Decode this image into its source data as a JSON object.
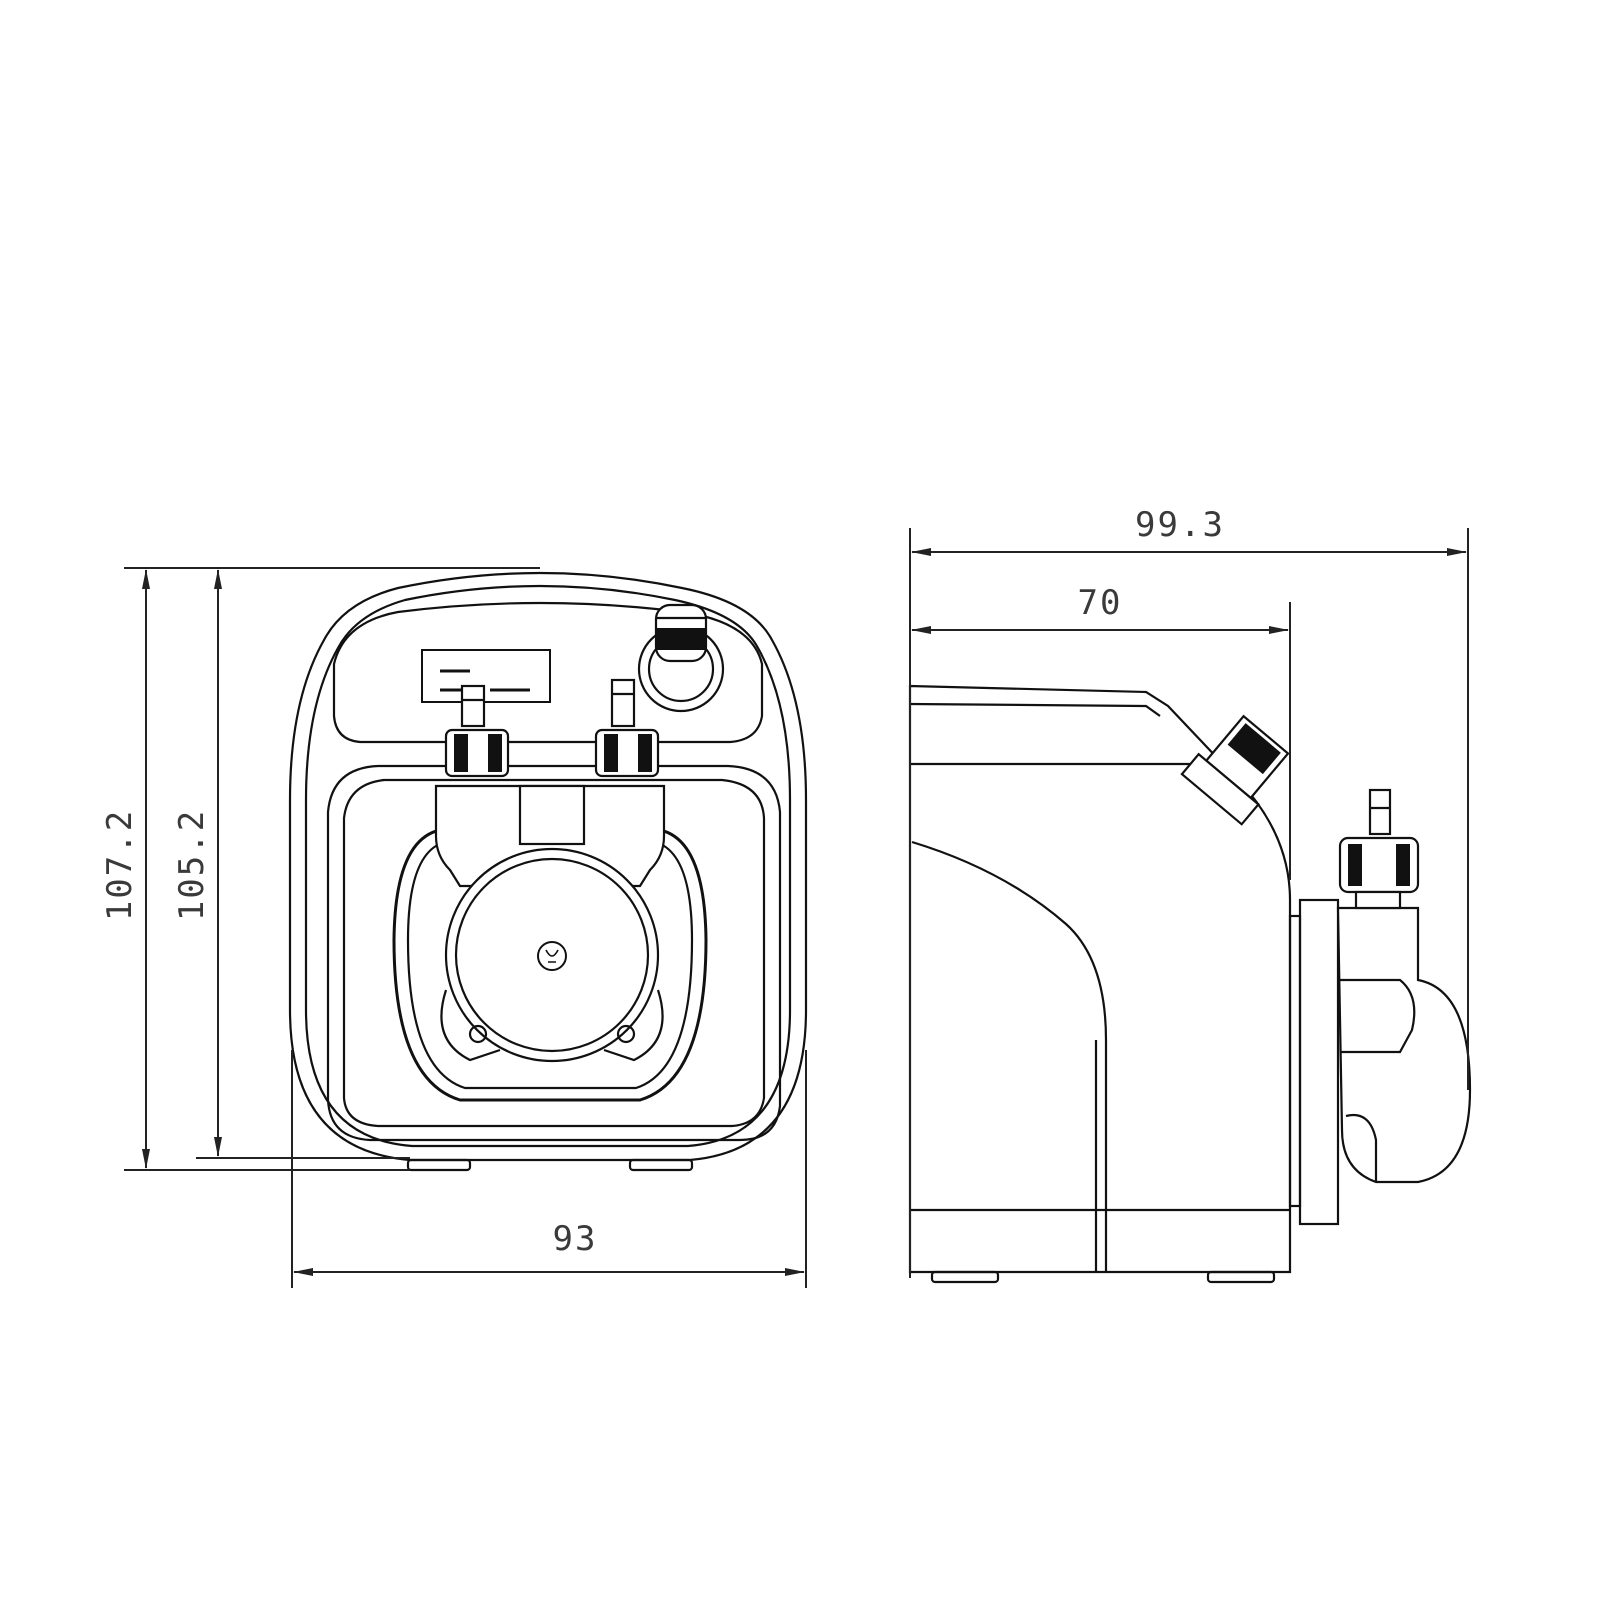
{
  "dimensions": {
    "front_total_height": "107.2",
    "front_body_height": "105.2",
    "front_width": "93",
    "side_total_depth": "99.3",
    "side_body_depth": "70"
  },
  "colors": {
    "line": "#111111",
    "dim_line": "#222222",
    "text": "#3a3a3a",
    "background": "#ffffff"
  }
}
